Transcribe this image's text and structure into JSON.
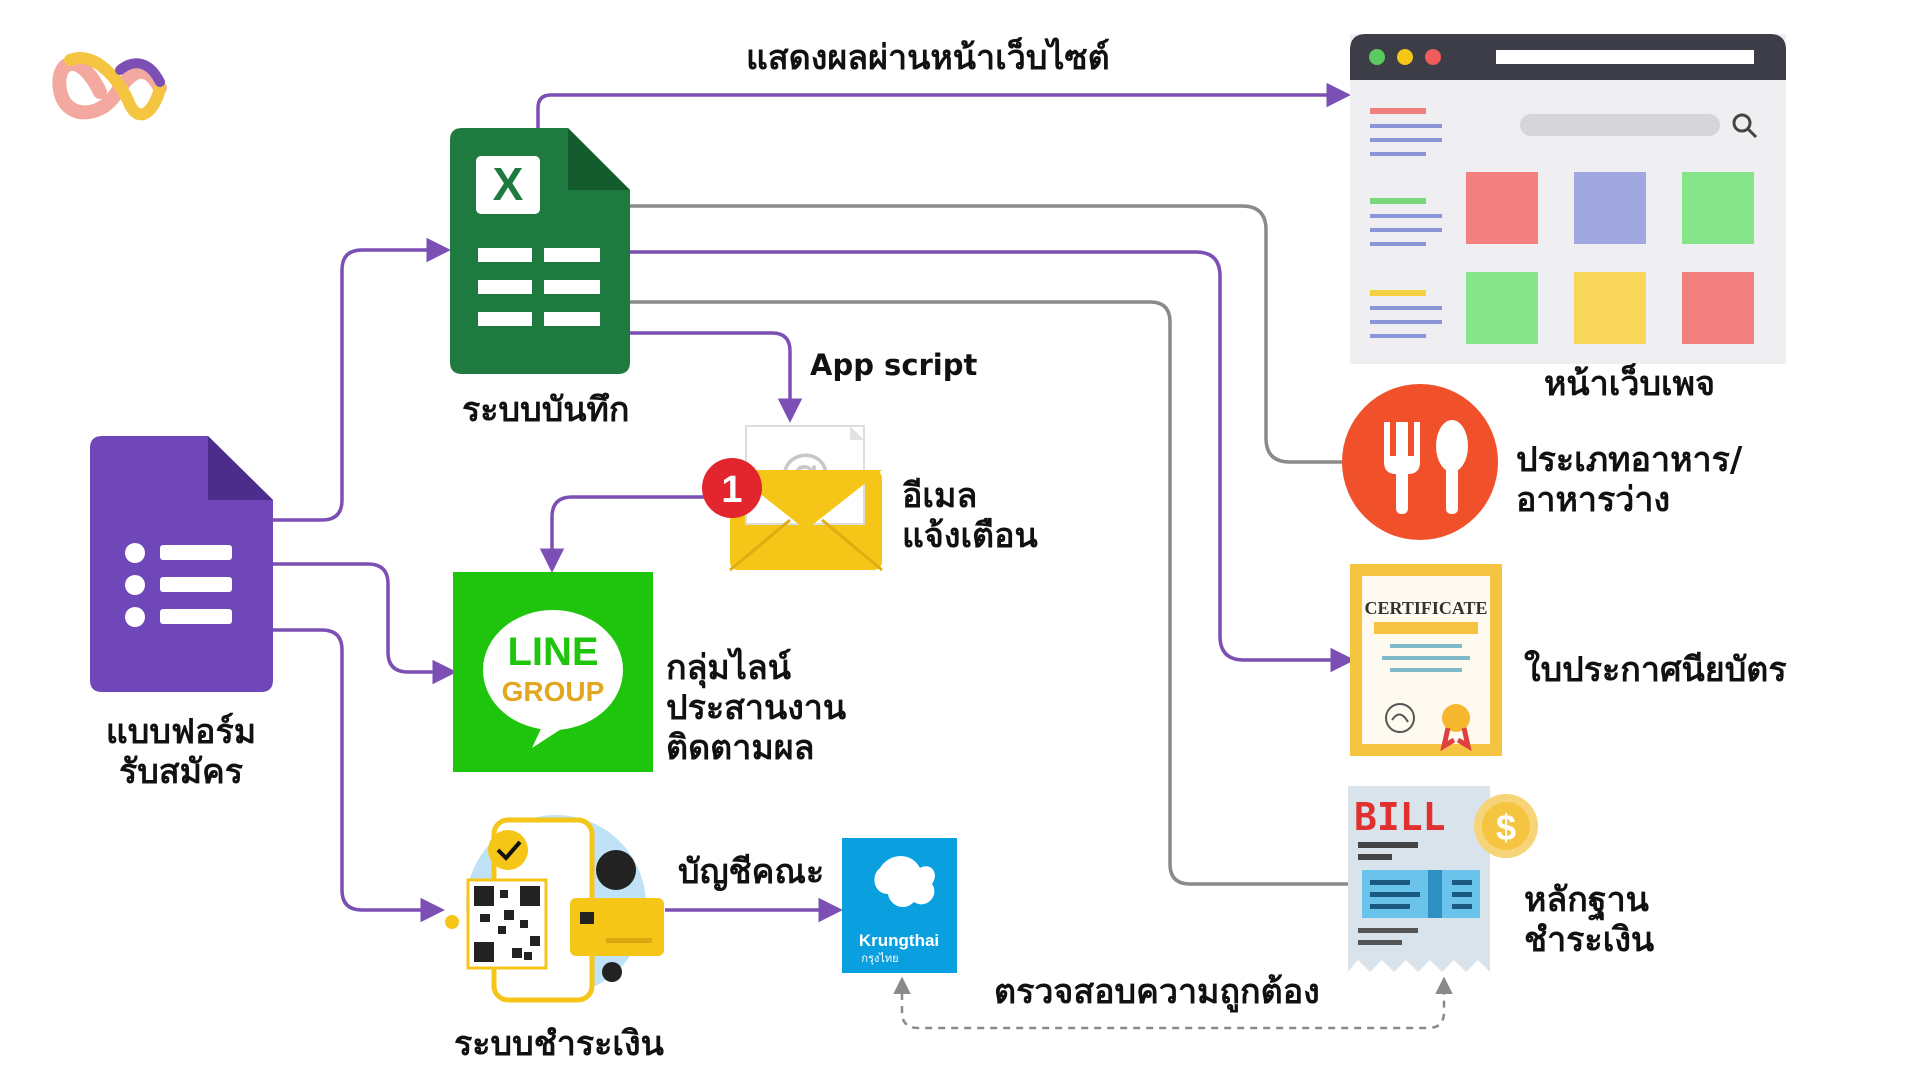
{
  "colors": {
    "purple_arrow": "#7b4fb3",
    "gray_arrow": "#8a8a8a",
    "forms_purple": "#6f47b8",
    "excel_green": "#1f7a3f",
    "line_green": "#1fc40d",
    "krungthai_blue": "#0aa0e0",
    "food_red": "#f0502a",
    "cert_gold": "#f5c542"
  },
  "labels": {
    "website_flow": "แสดงผลผ่านหน้าเว็บไซต์",
    "recording_system_line1": "ระบบบันทึก",
    "app_script": "App script",
    "email_line1": "อีเมล",
    "email_line2": "แจ้งเตือน",
    "email_badge": "1",
    "form_line1": "แบบฟอร์ม",
    "form_line2": "รับสมัคร",
    "line_group_line1": "กลุ่มไลน์",
    "line_group_line2": "ประสานงาน",
    "line_group_line3": "ติดตามผล",
    "line_logo_line1": "LINE",
    "line_logo_line2": "GROUP",
    "payment_system": "ระบบชำระเงิน",
    "faculty_account": "บัญชีคณะ",
    "krungthai_en": "Krungthai",
    "krungthai_th": "กรุงไทย",
    "verify": "ตรวจสอบความถูกต้อง",
    "webpage": "หน้าเว็บเพจ",
    "food_line1": "ประเภทอาหาร/",
    "food_line2": "อาหารว่าง",
    "certificate_word": "CERTIFICATE",
    "certificate_label": "ใบประกาศนียบัตร",
    "bill_word": "BILL",
    "payment_proof_line1": "หลักฐาน",
    "payment_proof_line2": "ชำระเงิน",
    "excel_letter": "X",
    "dollar_sign": "$"
  },
  "icons": [
    "logo-icon",
    "excel-icon",
    "google-forms-icon",
    "email-icon",
    "line-group-icon",
    "qr-payment-icon",
    "krungthai-icon",
    "browser-window-icon",
    "search-icon",
    "food-icon",
    "certificate-icon",
    "bill-icon"
  ]
}
